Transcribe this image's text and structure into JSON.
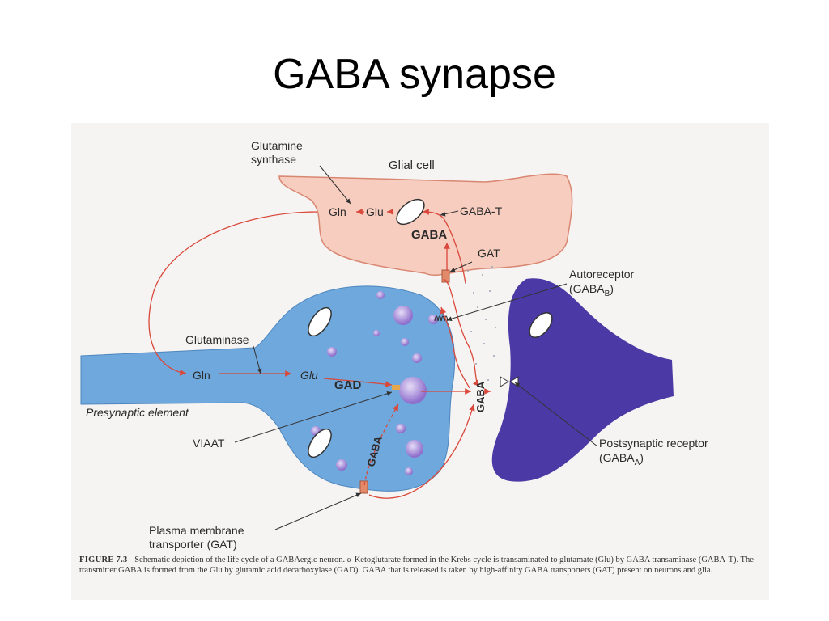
{
  "slide": {
    "title": "GABA synapse"
  },
  "diagram": {
    "labels": {
      "glutamine_synthase": [
        "Glutamine",
        "synthase"
      ],
      "glial_cell": "Glial cell",
      "gln_glia": "Gln",
      "glu_glia": "Glu",
      "gaba_t": "GABA-T",
      "gaba_glia": "GABA",
      "gat_glia": "GAT",
      "autoreceptor": "Autoreceptor",
      "autoreceptor_sub": "(GABA",
      "autoreceptor_subscript": "B",
      "glutaminase": "Glutaminase",
      "gln_pre": "Gln",
      "glu_pre": "Glu",
      "gad": "GAD",
      "presynaptic": "Presynaptic element",
      "viaat": "VIAAT",
      "gaba_vertical_left": "GABA",
      "gaba_cleft": "GABA",
      "postsynaptic": "Postsynaptic receptor",
      "postsynaptic_sub": "(GABA",
      "postsynaptic_subscript": "A",
      "plasma_membrane": [
        "Plasma membrane",
        "transporter (GAT)"
      ]
    },
    "colors": {
      "glial_fill": "#f6cdbf",
      "glial_stroke": "#d98772",
      "presynaptic_fill": "#6fa8dd",
      "postsynaptic_fill": "#4b3aa6",
      "arrow": "#d9483a",
      "vesicle": "#9b7fd4"
    }
  },
  "caption": {
    "figure": "FIGURE 7.3",
    "text": "Schematic depiction of the life cycle of a GABAergic neuron. α-Ketoglutarate formed in the Krebs cycle is transaminated to glutamate (Glu) by GABA transaminase (GABA-T). The transmitter GABA is formed from the Glu by glutamic acid decarboxylase (GAD). GABA that is released is taken by high-affinity GABA transporters (GAT) present on neurons and glia."
  }
}
